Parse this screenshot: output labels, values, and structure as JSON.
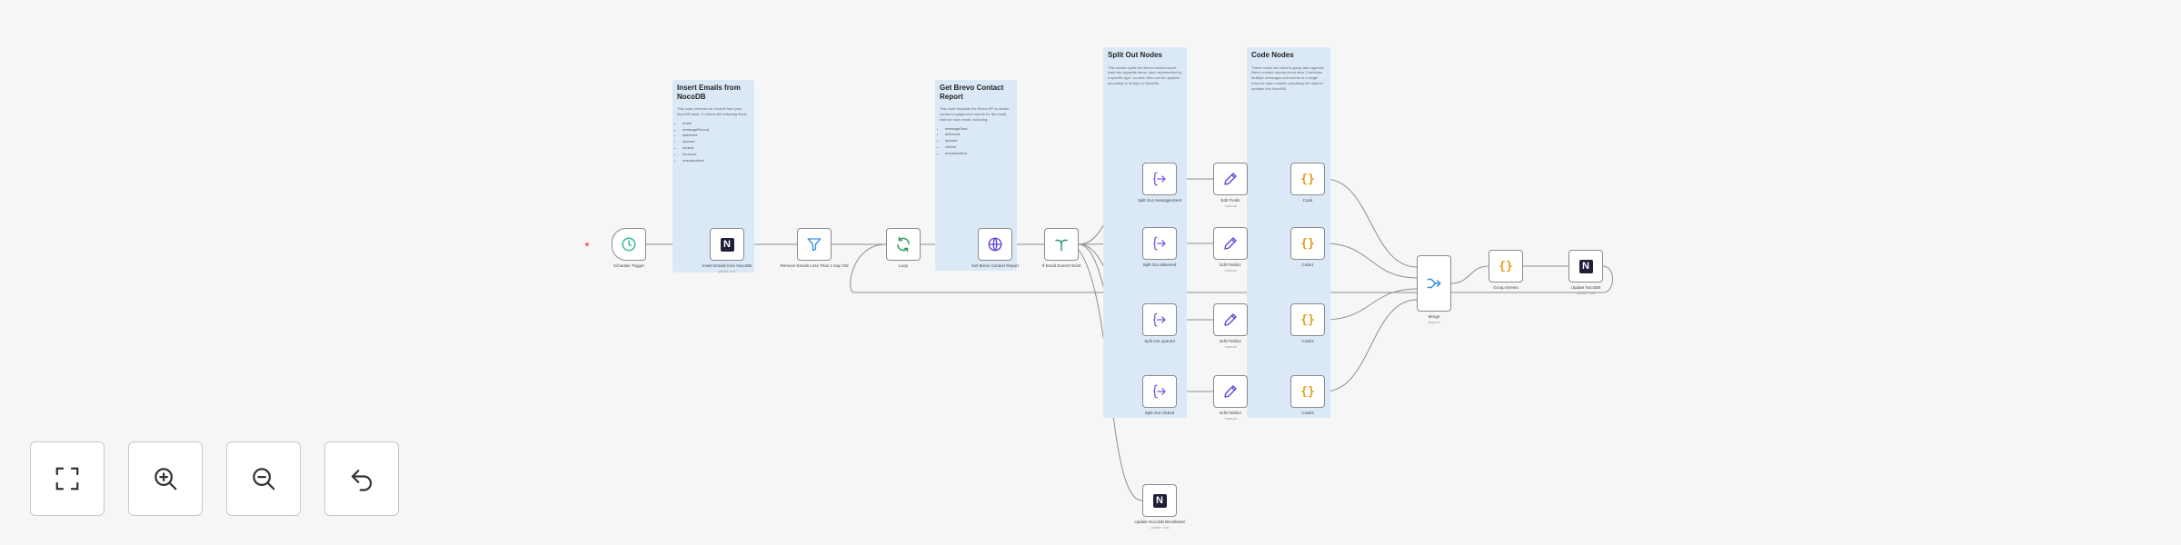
{
  "workflow": {
    "sticky_notes": [
      {
        "id": "note-insert",
        "title": "Insert Emails from NocoDB",
        "text": "This node retrieves all records from your NocoDB table. It returns the following fields:",
        "items": [
          "email",
          "messageRecord",
          "delivered",
          "opened",
          "clicked",
          "bounced",
          "unsubscribed"
        ]
      },
      {
        "id": "note-brevo",
        "title": "Get Brevo Contact Report",
        "text": "This node requests the Brevo API to obtain contact engagement reports for the email, data for each email, including:",
        "items": [
          "messageSent",
          "delivered",
          "opened",
          "clicked",
          "unsubscribed"
        ]
      },
      {
        "id": "note-split",
        "title": "Split Out Nodes",
        "text": "This section splits the Brevo contact report data into separate items, each represented by a specific type, so each item can be updated according to its type in NocoDB.",
        "items": []
      },
      {
        "id": "note-code",
        "title": "Code Nodes",
        "text": "These nodes are used to group and organize Brevo contact reports event data. Combines multiple messages and events to a single entry for each contact, preparing the data for updates into NocoDB.",
        "items": []
      }
    ],
    "nodes": [
      {
        "id": "schedule-trigger",
        "label": "Schedule Trigger",
        "sub": "",
        "icon": "clock-icon"
      },
      {
        "id": "insert-nocodb",
        "label": "Insert Emails from NocoDB",
        "sub": "getAll: row",
        "icon": "nocodb-icon"
      },
      {
        "id": "filter",
        "label": "Remove Emails Less Than 1 Day Old",
        "sub": "",
        "icon": "filter-icon"
      },
      {
        "id": "loop",
        "label": "Loop",
        "sub": "",
        "icon": "loop-icon"
      },
      {
        "id": "brevo-report",
        "label": "Get Brevo Contact Report",
        "sub": "",
        "icon": "globe-icon"
      },
      {
        "id": "if-node",
        "label": "If Email Doesn't Exist",
        "sub": "",
        "icon": "if-icon"
      },
      {
        "id": "split-1",
        "label": "Split Out messagesSent",
        "sub": "",
        "icon": "split-icon"
      },
      {
        "id": "split-2",
        "label": "Split Out delivered",
        "sub": "",
        "icon": "split-icon"
      },
      {
        "id": "split-3",
        "label": "Split Out opened",
        "sub": "",
        "icon": "split-icon"
      },
      {
        "id": "split-4",
        "label": "Split Out clicked",
        "sub": "",
        "icon": "split-icon"
      },
      {
        "id": "edit-1",
        "label": "Edit Fields",
        "sub": "manual",
        "icon": "pencil-icon"
      },
      {
        "id": "edit-2",
        "label": "Edit Fields1",
        "sub": "manual",
        "icon": "pencil-icon"
      },
      {
        "id": "edit-3",
        "label": "Edit Fields2",
        "sub": "manual",
        "icon": "pencil-icon"
      },
      {
        "id": "edit-4",
        "label": "Edit Fields3",
        "sub": "manual",
        "icon": "pencil-icon"
      },
      {
        "id": "code-1",
        "label": "Code",
        "sub": "",
        "icon": "code-icon"
      },
      {
        "id": "code-2",
        "label": "Code1",
        "sub": "",
        "icon": "code-icon"
      },
      {
        "id": "code-3",
        "label": "Code2",
        "sub": "",
        "icon": "code-icon"
      },
      {
        "id": "code-4",
        "label": "Code3",
        "sub": "",
        "icon": "code-icon"
      },
      {
        "id": "merge",
        "label": "Merge",
        "sub": "append",
        "icon": "merge-icon"
      },
      {
        "id": "group-events",
        "label": "Group Events",
        "sub": "",
        "icon": "code-icon"
      },
      {
        "id": "update-nocodb",
        "label": "Update NocoDB",
        "sub": "update: row",
        "icon": "nocodb-icon"
      },
      {
        "id": "update-nocodb-2",
        "label": "Update NocoDB Blocklisted",
        "sub": "update: row",
        "icon": "nocodb-icon"
      }
    ]
  },
  "controls": [
    {
      "id": "fit-view",
      "label": "Fit view",
      "icon": "fit-view-icon"
    },
    {
      "id": "zoom-in",
      "label": "Zoom in",
      "icon": "zoom-in-icon"
    },
    {
      "id": "zoom-out",
      "label": "Zoom out",
      "icon": "zoom-out-icon"
    },
    {
      "id": "reset-zoom",
      "label": "Reset zoom",
      "icon": "undo-icon"
    }
  ],
  "colors": {
    "canvas": "#f6f6f6",
    "sticky": "#dbe9f7",
    "connection": "#8e8e8e",
    "nocodb": "#1f1f3a",
    "code": "#e59e1e",
    "split": "#7c5ce0",
    "edit": "#5a44d6",
    "trigger": "#35b8a0",
    "loop": "#25a05f",
    "http": "#5a44d6",
    "if": "#2f9a74",
    "merge": "#3a8fe0"
  }
}
